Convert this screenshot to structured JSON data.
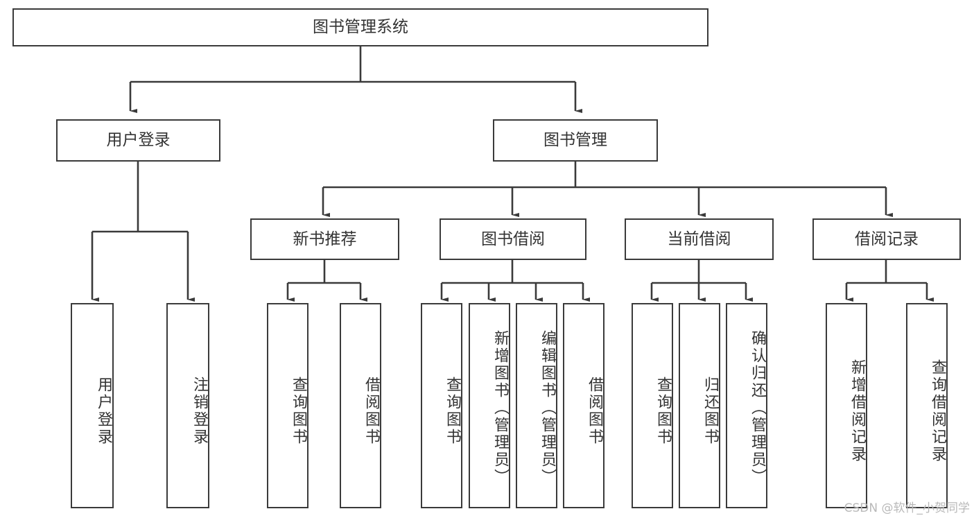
{
  "diagram": {
    "type": "tree-hierarchy",
    "title": "图书管理系统",
    "watermark": "CSDN @软件_小贺同学",
    "colors": {
      "border": "#3a3a3a",
      "text": "#333333",
      "background": "#ffffff",
      "watermark": "#b9b9b9"
    },
    "nodes": {
      "root": {
        "label": "图书管理系统"
      },
      "level1": [
        {
          "id": "user-login",
          "label": "用户登录"
        },
        {
          "id": "book-management",
          "label": "图书管理"
        }
      ],
      "level2": [
        {
          "id": "new-book-recommend",
          "label": "新书推荐"
        },
        {
          "id": "book-borrow",
          "label": "图书借阅"
        },
        {
          "id": "current-borrow",
          "label": "当前借阅"
        },
        {
          "id": "borrow-record",
          "label": "借阅记录"
        }
      ],
      "leaves": [
        {
          "id": "leaf-user-login",
          "label": "用户登录",
          "parent": "user-login"
        },
        {
          "id": "leaf-logout-login",
          "label": "注销登录",
          "parent": "user-login"
        },
        {
          "id": "leaf-query-book-1",
          "label": "查询图书",
          "parent": "new-book-recommend"
        },
        {
          "id": "leaf-borrow-book-1",
          "label": "借阅图书",
          "parent": "new-book-recommend"
        },
        {
          "id": "leaf-query-book-2",
          "label": "查询图书",
          "parent": "book-borrow"
        },
        {
          "id": "leaf-add-book",
          "label": "新增图书（管理员）",
          "parent": "book-borrow"
        },
        {
          "id": "leaf-edit-book",
          "label": "编辑图书（管理员）",
          "parent": "book-borrow"
        },
        {
          "id": "leaf-borrow-book-2",
          "label": "借阅图书",
          "parent": "book-borrow"
        },
        {
          "id": "leaf-query-book-3",
          "label": "查询图书",
          "parent": "current-borrow"
        },
        {
          "id": "leaf-return-book",
          "label": "归还图书",
          "parent": "current-borrow"
        },
        {
          "id": "leaf-confirm-return",
          "label": "确认归还（管理员）",
          "parent": "current-borrow"
        },
        {
          "id": "leaf-add-record",
          "label": "新增借阅记录",
          "parent": "borrow-record"
        },
        {
          "id": "leaf-query-record",
          "label": "查询借阅记录",
          "parent": "borrow-record"
        }
      ]
    }
  }
}
